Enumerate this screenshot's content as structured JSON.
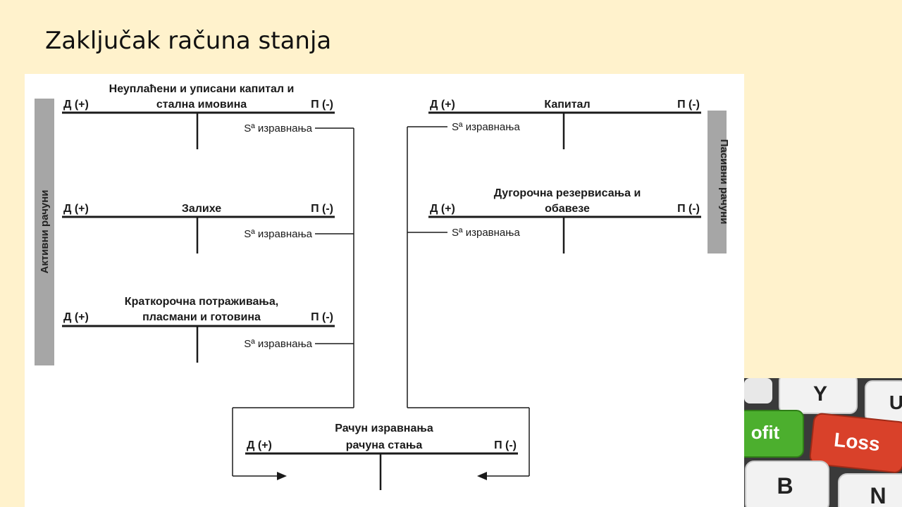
{
  "slide": {
    "title": "Zaključak računa stanja"
  },
  "diagram": {
    "left_label": "Активни рачуни",
    "right_label": "Пасивни рачуни",
    "debit": "Д (+)",
    "credit": "П (-)",
    "balance_label": "Sª изравнања",
    "accounts": {
      "unpaid_capital": {
        "line1": "Неуплаћени и уписани капитал и",
        "line2": "стална имовина"
      },
      "inventory": {
        "line1": "Залихе"
      },
      "short_term": {
        "line1": "Краткорочна потраживања,",
        "line2": "пласмани и готовина"
      },
      "capital": {
        "line1": "Капитал"
      },
      "long_term": {
        "line1": "Дугорочна резервисања и",
        "line2": "обавезе"
      },
      "closing": {
        "line1": "Рачун изравнања",
        "line2": "рачуна стања"
      }
    }
  },
  "photo": {
    "keys": [
      "Y",
      "U",
      "ofit",
      "Loss",
      "B",
      "N"
    ],
    "colors": {
      "profit_key": "#4caf2e",
      "loss_key": "#d9412a",
      "white_key": "#f2f2f2"
    }
  }
}
